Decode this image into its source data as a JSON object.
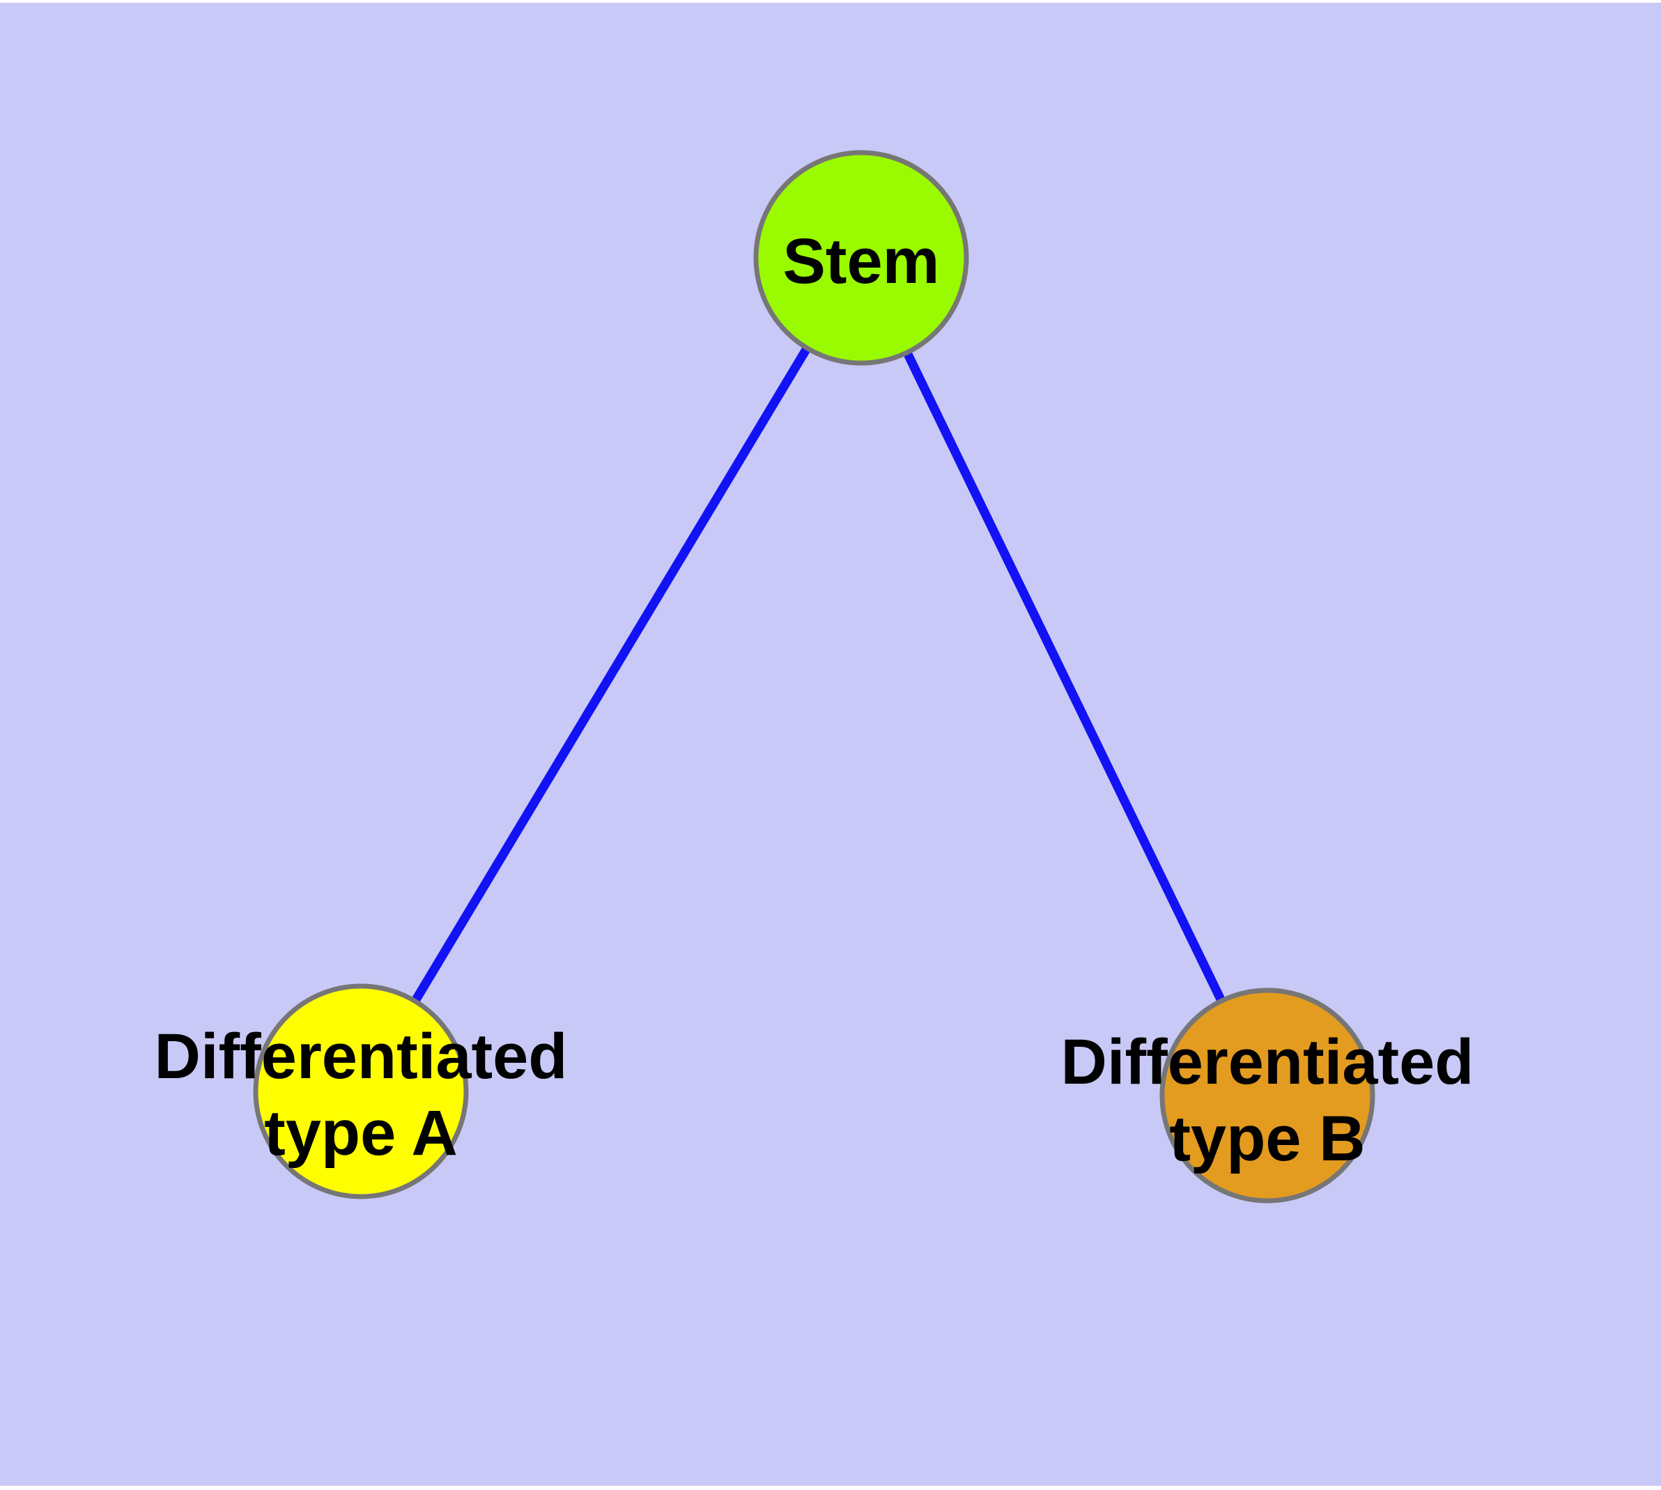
{
  "diagram": {
    "type": "node-link-graph",
    "description": "Stem cell differentiation graph: one stem node connected to two differentiated cell type nodes",
    "background_color": "#C9C9F7",
    "edge_color": "#1212F5",
    "node_border_color": "#767676",
    "text_color": "#000000",
    "nodes": {
      "stem": {
        "id": "stem",
        "label": "Stem",
        "fill": "#9AFA00"
      },
      "type_a": {
        "id": "type_a",
        "label_line1": "Differentiated",
        "label_line2": "type A",
        "fill": "#FEFE00"
      },
      "type_b": {
        "id": "type_b",
        "label_line1": "Differentiated",
        "label_line2": "type B",
        "fill": "#E39B20"
      }
    },
    "edges": [
      {
        "from": "stem",
        "to": "type_a"
      },
      {
        "from": "stem",
        "to": "type_b"
      }
    ]
  }
}
